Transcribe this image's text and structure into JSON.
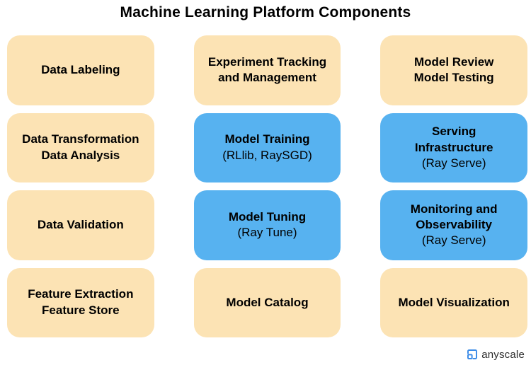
{
  "title": "Machine Learning Platform Components",
  "colors": {
    "box_peach": "#FCE3B4",
    "box_blue": "#57B2F0",
    "logo_blue": "#3C8CE8",
    "text": "#000000"
  },
  "columns": [
    {
      "cells": [
        {
          "variant": "peach",
          "title_lines": [
            "Data Labeling"
          ]
        },
        {
          "variant": "peach",
          "title_lines": [
            "Data Transformation",
            "Data Analysis"
          ]
        },
        {
          "variant": "peach",
          "title_lines": [
            "Data Validation"
          ]
        },
        {
          "variant": "peach",
          "title_lines": [
            "Feature Extraction",
            "Feature Store"
          ]
        }
      ]
    },
    {
      "cells": [
        {
          "variant": "peach",
          "title_lines": [
            "Experiment Tracking",
            "and Management"
          ]
        },
        {
          "variant": "blue",
          "title_lines": [
            "Model Training"
          ],
          "subtitle": "(RLlib, RaySGD)"
        },
        {
          "variant": "blue",
          "title_lines": [
            "Model Tuning"
          ],
          "subtitle": "(Ray Tune)"
        },
        {
          "variant": "peach",
          "title_lines": [
            "Model Catalog"
          ]
        }
      ]
    },
    {
      "cells": [
        {
          "variant": "peach",
          "title_lines": [
            "Model Review",
            "Model Testing"
          ]
        },
        {
          "variant": "blue",
          "title_lines": [
            "Serving",
            "Infrastructure"
          ],
          "subtitle": "(Ray Serve)"
        },
        {
          "variant": "blue",
          "title_lines": [
            "Monitoring and",
            "Observability"
          ],
          "subtitle": "(Ray Serve)"
        },
        {
          "variant": "peach",
          "title_lines": [
            "Model Visualization"
          ]
        }
      ]
    }
  ],
  "footer": {
    "brand": "anyscale"
  }
}
